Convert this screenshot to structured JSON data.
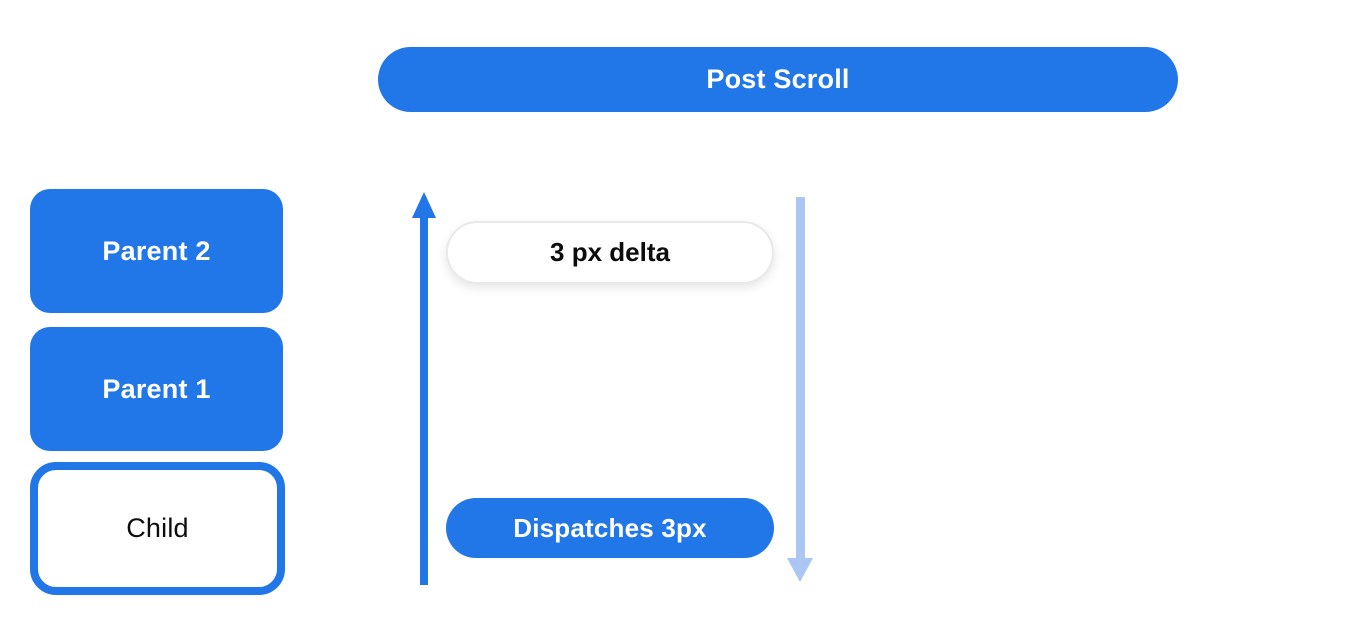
{
  "diagram": {
    "title": "Post Scroll",
    "node_stack": [
      {
        "label": "Parent 2"
      },
      {
        "label": "Parent 1"
      },
      {
        "label": "Child"
      }
    ],
    "annotations": {
      "delta": "3 px delta",
      "dispatch": "Dispatches 3px"
    },
    "icons": {
      "up_arrow": "up-arrow-icon",
      "down_arrow": "down-arrow-icon"
    },
    "colors": {
      "primary_blue": "#2176e8",
      "light_blue": "#abc6f3",
      "pill_border": "#e9e9e9",
      "text_dark": "#0d0d0d",
      "white": "#ffffff"
    }
  }
}
